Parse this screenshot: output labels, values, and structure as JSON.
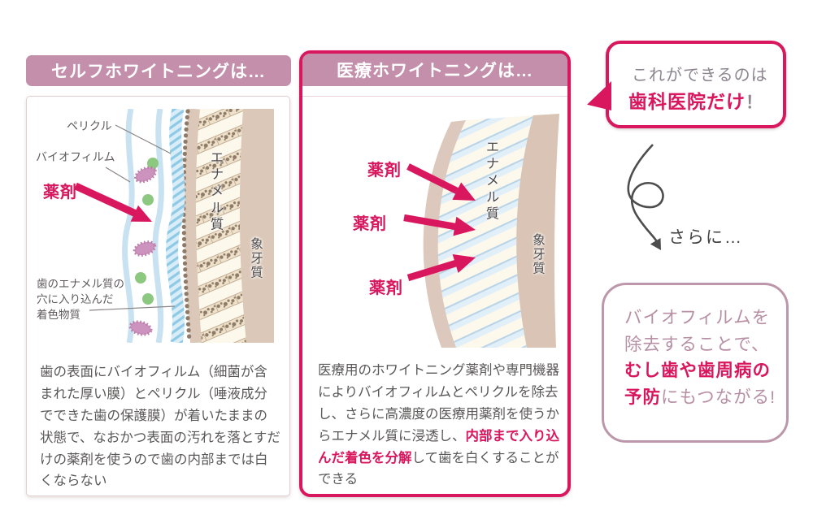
{
  "left_panel": {
    "header": "セルフホワイトニングは…",
    "labels": {
      "pellicle": "ペリクル",
      "biofilm": "バイオフィルム",
      "agent": "薬剤",
      "stain": "歯のエナメル質の\n穴に入り込んだ\n着色物質",
      "enamel": "エナメル質",
      "dentin": "象牙質"
    },
    "description": "歯の表面にバイオフィルム（細菌が含まれた厚い膜）とペリクル（唾液成分でできた歯の保護膜）が着いたままの状態で、なおかつ表面の汚れを落とすだけの薬剤を使うので歯の内部までは白くならない"
  },
  "middle_panel": {
    "header": "医療ホワイトニングは…",
    "labels": {
      "agent1": "薬剤",
      "agent2": "薬剤",
      "agent3": "薬剤",
      "enamel": "エナメル質",
      "dentin": "象牙質"
    },
    "description_before": "医療用のホワイトニング薬剤や専門機器によりバイオフィルムとペリクルを除去し、さらに高濃度の医療用薬剤を使うからエナメル質に浸透し、",
    "description_highlight": "内部まで入り込んだ着色を分解",
    "description_after": "して歯を白くすることができる"
  },
  "callouts": {
    "bubble1_line1": "これができるのは",
    "bubble1_highlight": "歯科医院だけ",
    "bubble1_suffix": "！",
    "more_label": "さらに…",
    "bubble2_line1": "バイオフィルムを",
    "bubble2_line2": "除去することで、",
    "bubble2_highlight": "むし歯や歯周病の",
    "bubble2_highlight2": "予防",
    "bubble2_suffix": "にもつながる!"
  },
  "colors": {
    "accent_pink": "#d9175e",
    "header_mauve": "#c38fab",
    "bubble2_border": "#bb97a9",
    "bubble2_text": "#b890a5",
    "body_text_gray": "#5a5757",
    "biofilm_blue": "#c9e2f2",
    "enamel_cream": "#fdf8ec",
    "dentin_beige": "#dcc8b8",
    "bacteria_pink": "#cb93bd",
    "bacteria_dot_green": "#8cc87f"
  }
}
